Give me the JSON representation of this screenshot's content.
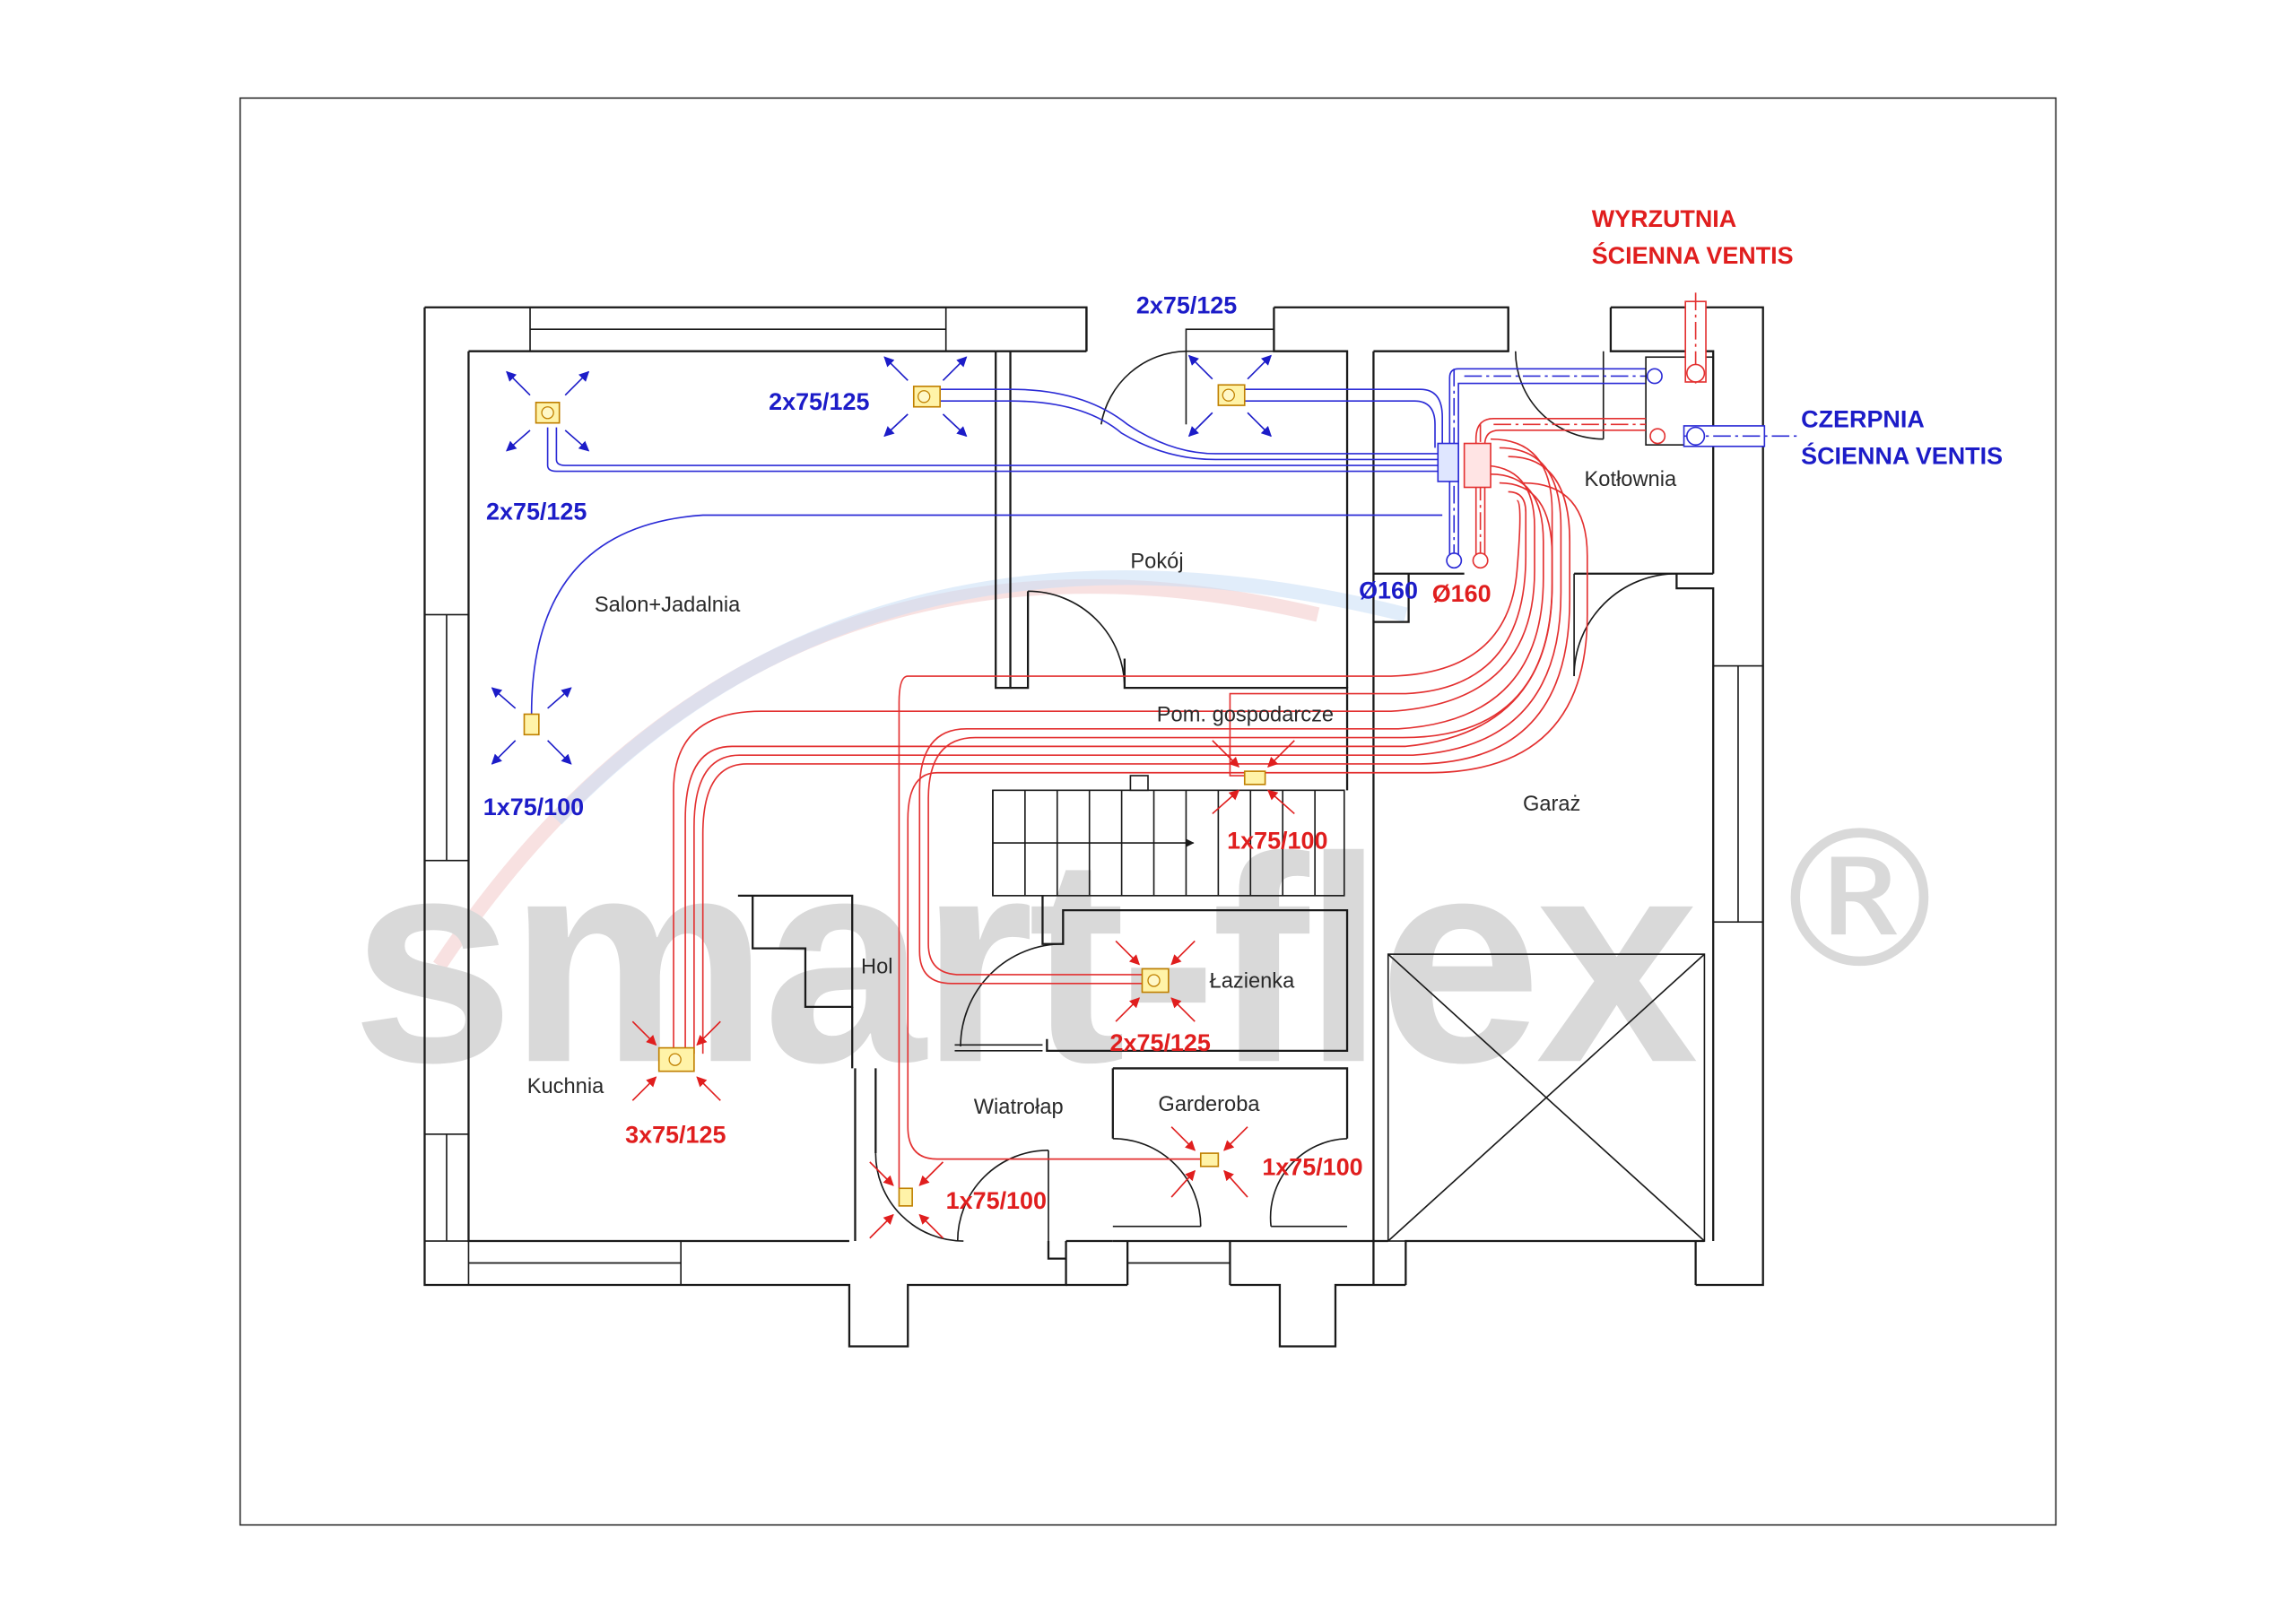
{
  "watermark": {
    "text": "smart-flex",
    "mark": "®"
  },
  "rooms": {
    "salon": "Salon+Jadalnia",
    "pokoj": "Pokój",
    "kotlownia": "Kotłownia",
    "pom_gosp": "Pom. gospodarcze",
    "garaz": "Garaż",
    "hol": "Hol",
    "lazienka": "Łazienka",
    "kuchnia": "Kuchnia",
    "wiatrolap": "Wiatrołap",
    "garderoba": "Garderoba"
  },
  "labels": {
    "wyrzutnia_1": "WYRZUTNIA",
    "wyrzutnia_2": "ŚCIENNA VENTIS",
    "czerpnia_1": "CZERPNIA",
    "czerpnia_2": "ŚCIENNA VENTIS",
    "diam_blue": "Ø160",
    "diam_red": "Ø160"
  },
  "supply_outlets": [
    {
      "room": "salon-top",
      "ducts": "2x75/125"
    },
    {
      "room": "salon-mid",
      "ducts": "2x75/125"
    },
    {
      "room": "pokoj",
      "ducts": "2x75/125"
    },
    {
      "room": "salon-bottom",
      "ducts": "1x75/100"
    }
  ],
  "exhaust_outlets": [
    {
      "room": "pom-gospodarcze",
      "ducts": "1x75/100"
    },
    {
      "room": "lazienka",
      "ducts": "2x75/125"
    },
    {
      "room": "kuchnia",
      "ducts": "3x75/125"
    },
    {
      "room": "garderoba",
      "ducts": "1x75/100"
    },
    {
      "room": "wiatrolap",
      "ducts": "1x75/100"
    }
  ],
  "colors": {
    "supply": "#1c1cc8",
    "exhaust": "#e01e1e",
    "walls": "#1a1a1a"
  }
}
